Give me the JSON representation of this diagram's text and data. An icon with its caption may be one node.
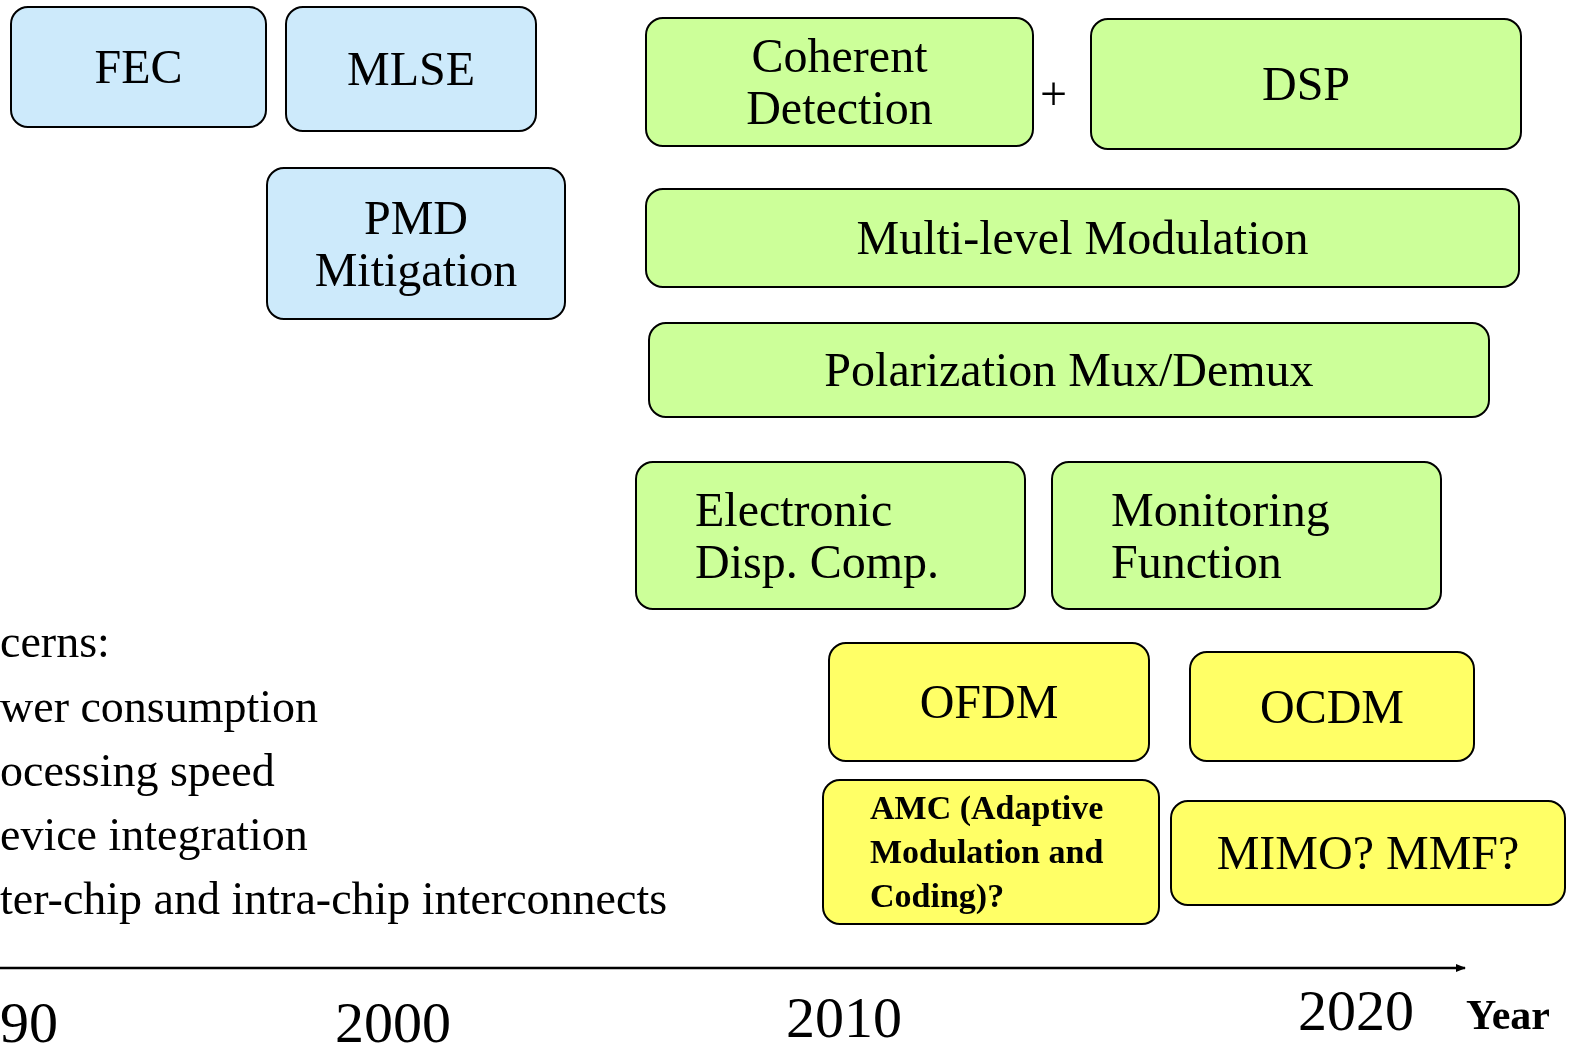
{
  "diagram": {
    "nodes": [
      {
        "text": [
          "FEC"
        ]
      },
      {
        "text": [
          "MLSE"
        ]
      },
      {
        "text": [
          "PMD Mitigation"
        ]
      },
      {
        "text": [
          "Coherent Detection"
        ]
      },
      {
        "text": [
          "DSP"
        ]
      },
      {
        "text": [
          "Multi-level Modulation"
        ]
      },
      {
        "text": [
          "Polarization Mux/Demux"
        ]
      },
      {
        "text": [
          "Electronic Disp. Comp."
        ]
      },
      {
        "text": [
          "Monitoring Function"
        ]
      },
      {
        "text": [
          "OFDM"
        ]
      },
      {
        "text": [
          "OCDM"
        ]
      },
      {
        "text": [
          "AMC (Adaptive Modulation and Coding)?"
        ]
      },
      {
        "text": [
          "MIMO? MMF?"
        ]
      }
    ],
    "edges": [],
    "labels": [
      "+",
      "cerns:",
      "wer consumption",
      "ocessing speed",
      "evice integration",
      "ter-chip and intra-chip interconnects",
      "90",
      "2000",
      "2010",
      "2020",
      "Year"
    ]
  }
}
